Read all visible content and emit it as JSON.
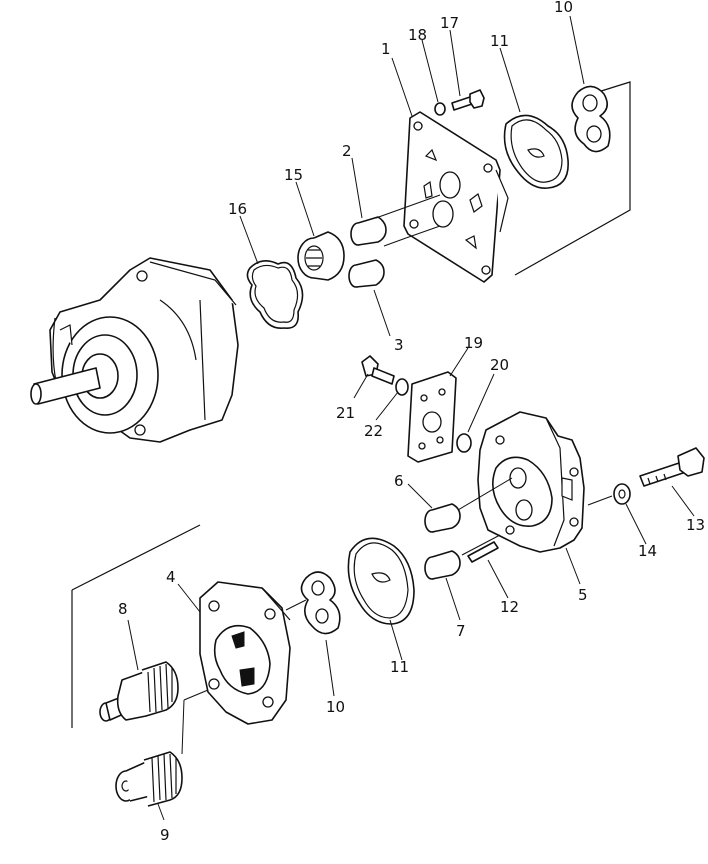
{
  "callouts": [
    {
      "id": "1",
      "text": "1"
    },
    {
      "id": "2",
      "text": "2"
    },
    {
      "id": "3",
      "text": "3"
    },
    {
      "id": "4",
      "text": "4"
    },
    {
      "id": "5",
      "text": "5"
    },
    {
      "id": "6",
      "text": "6"
    },
    {
      "id": "7",
      "text": "7"
    },
    {
      "id": "8",
      "text": "8"
    },
    {
      "id": "9",
      "text": "9"
    },
    {
      "id": "10a",
      "text": "10"
    },
    {
      "id": "10b",
      "text": "10"
    },
    {
      "id": "11a",
      "text": "11"
    },
    {
      "id": "11b",
      "text": "11"
    },
    {
      "id": "12",
      "text": "12"
    },
    {
      "id": "13",
      "text": "13"
    },
    {
      "id": "14",
      "text": "14"
    },
    {
      "id": "15",
      "text": "15"
    },
    {
      "id": "16",
      "text": "16"
    },
    {
      "id": "17",
      "text": "17"
    },
    {
      "id": "18",
      "text": "18"
    },
    {
      "id": "19",
      "text": "19"
    },
    {
      "id": "20",
      "text": "20"
    },
    {
      "id": "21",
      "text": "21"
    },
    {
      "id": "22",
      "text": "22"
    }
  ]
}
